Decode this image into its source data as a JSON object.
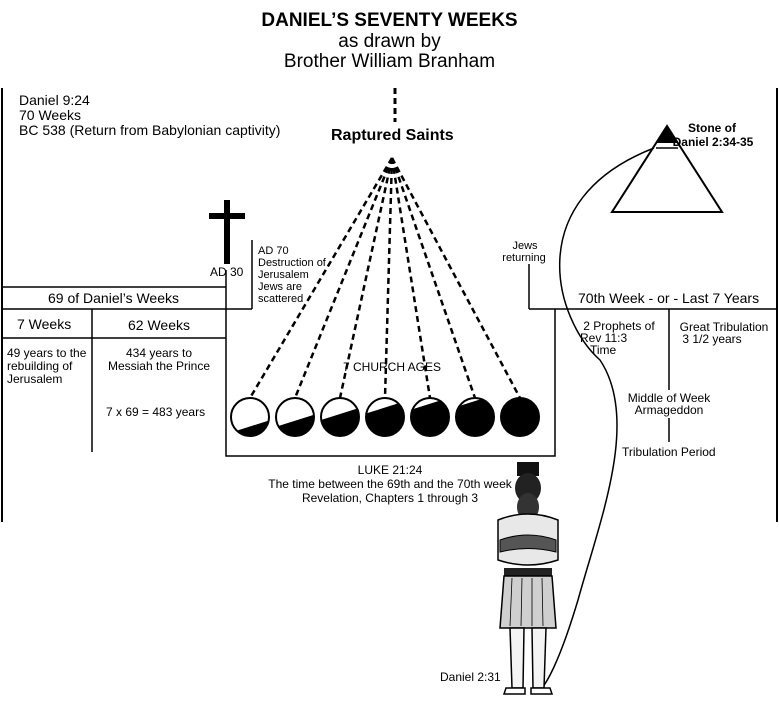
{
  "title": {
    "line1": "DANIEL’S SEVENTY WEEKS",
    "line2": "as drawn by",
    "line3": "Brother William Branham"
  },
  "top_left": {
    "ref": "Daniel 9:24",
    "weeks": "70 Weeks",
    "start": "BC 538 (Return from Babylonian captivity)"
  },
  "raptured": "Raptured Saints",
  "stone": {
    "line1": "Stone of",
    "line2": "Daniel 2:34-35"
  },
  "cross_label": "AD 30",
  "ad70": [
    "AD 70",
    "Destruction of",
    "Jerusalem",
    "Jews are",
    "scattered"
  ],
  "jews_returning": [
    "Jews",
    "returning"
  ],
  "sixty_nine": "69 of Daniel’s Weeks",
  "seventieth": "70th Week - or - Last 7 Years",
  "seven_weeks": {
    "label": "7 Weeks",
    "desc": [
      "49 years to the",
      "rebuilding of",
      "Jerusalem"
    ]
  },
  "sixty_two_weeks": {
    "label": "62 Weeks",
    "desc": [
      "434 years to",
      "Messiah the Prince"
    ],
    "calc": "7 x 69 = 483 years"
  },
  "church_ages": "7 CHURCH AGES",
  "church_age_fills": [
    0.25,
    0.4,
    0.58,
    0.75,
    0.85,
    0.92,
    1.0
  ],
  "luke": [
    "LUKE 21:24",
    "The time between the 69th and the 70th week",
    "Revelation, Chapters 1 through 3"
  ],
  "two_prophets": [
    "2 Prophets of",
    "Rev 11:3",
    "Time"
  ],
  "great_tribulation": [
    "Great Tribulation",
    "3 1/2 years"
  ],
  "middle_week": [
    "Middle of Week",
    "Armageddon"
  ],
  "tribulation_period": "Tribulation Period",
  "statue_label": "Daniel 2:31",
  "icons": {
    "cross": "cross-icon",
    "pyramid": "stone-pyramid-icon",
    "statue": "statue-icon"
  }
}
